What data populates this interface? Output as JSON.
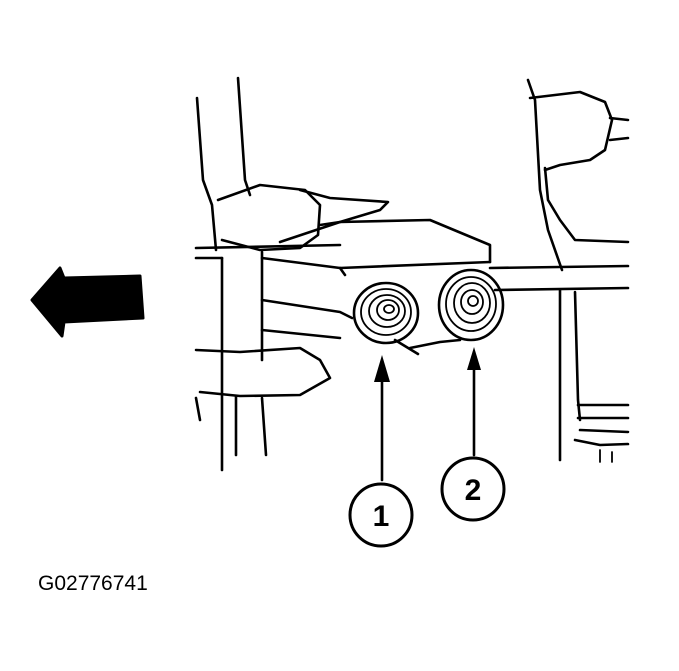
{
  "figure": {
    "id": "G02776741",
    "direction_arrow": "left-arrow-icon",
    "callouts": [
      {
        "number": "1"
      },
      {
        "number": "2"
      }
    ],
    "colors": {
      "ink": "#000000",
      "background": "#ffffff"
    }
  }
}
